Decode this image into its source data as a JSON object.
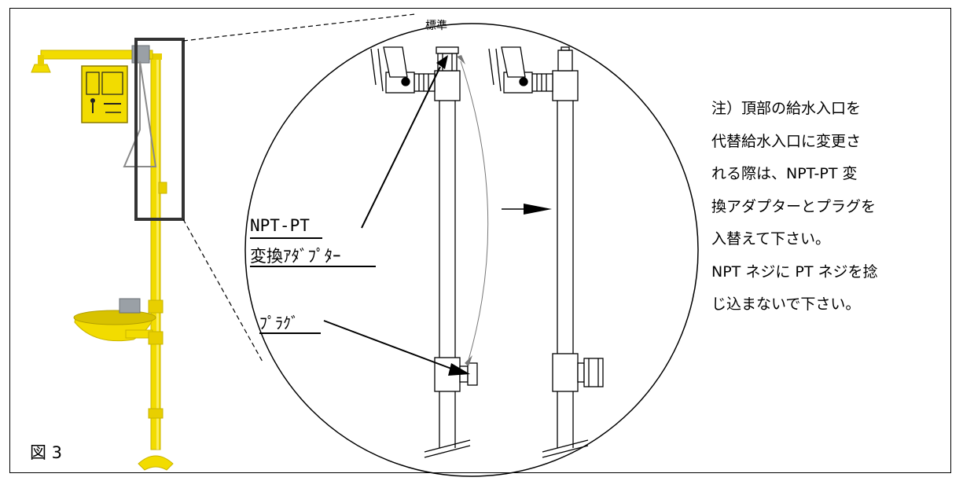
{
  "figure_label": "図 3",
  "standard_label": "標準",
  "adapter_label": [
    "NPT-PT",
    "変換ｱﾀﾞﾌﾟﾀｰ"
  ],
  "plug_label": "ﾌﾟﾗｸﾞ",
  "note_lines": [
    "注）頂部の給水入口を",
    "代替給水入口に変更さ",
    "れる際は、NPT-PT 変",
    "換アダプターとプラグを",
    "入替えて下さい。",
    "NPT ネジに PT ネジを捻",
    "じ込まないで下さい。"
  ],
  "colors": {
    "shower_yellow": "#f2dc00",
    "shower_shadow": "#c9b400",
    "line": "#000000",
    "frame_rect": "#333333"
  }
}
